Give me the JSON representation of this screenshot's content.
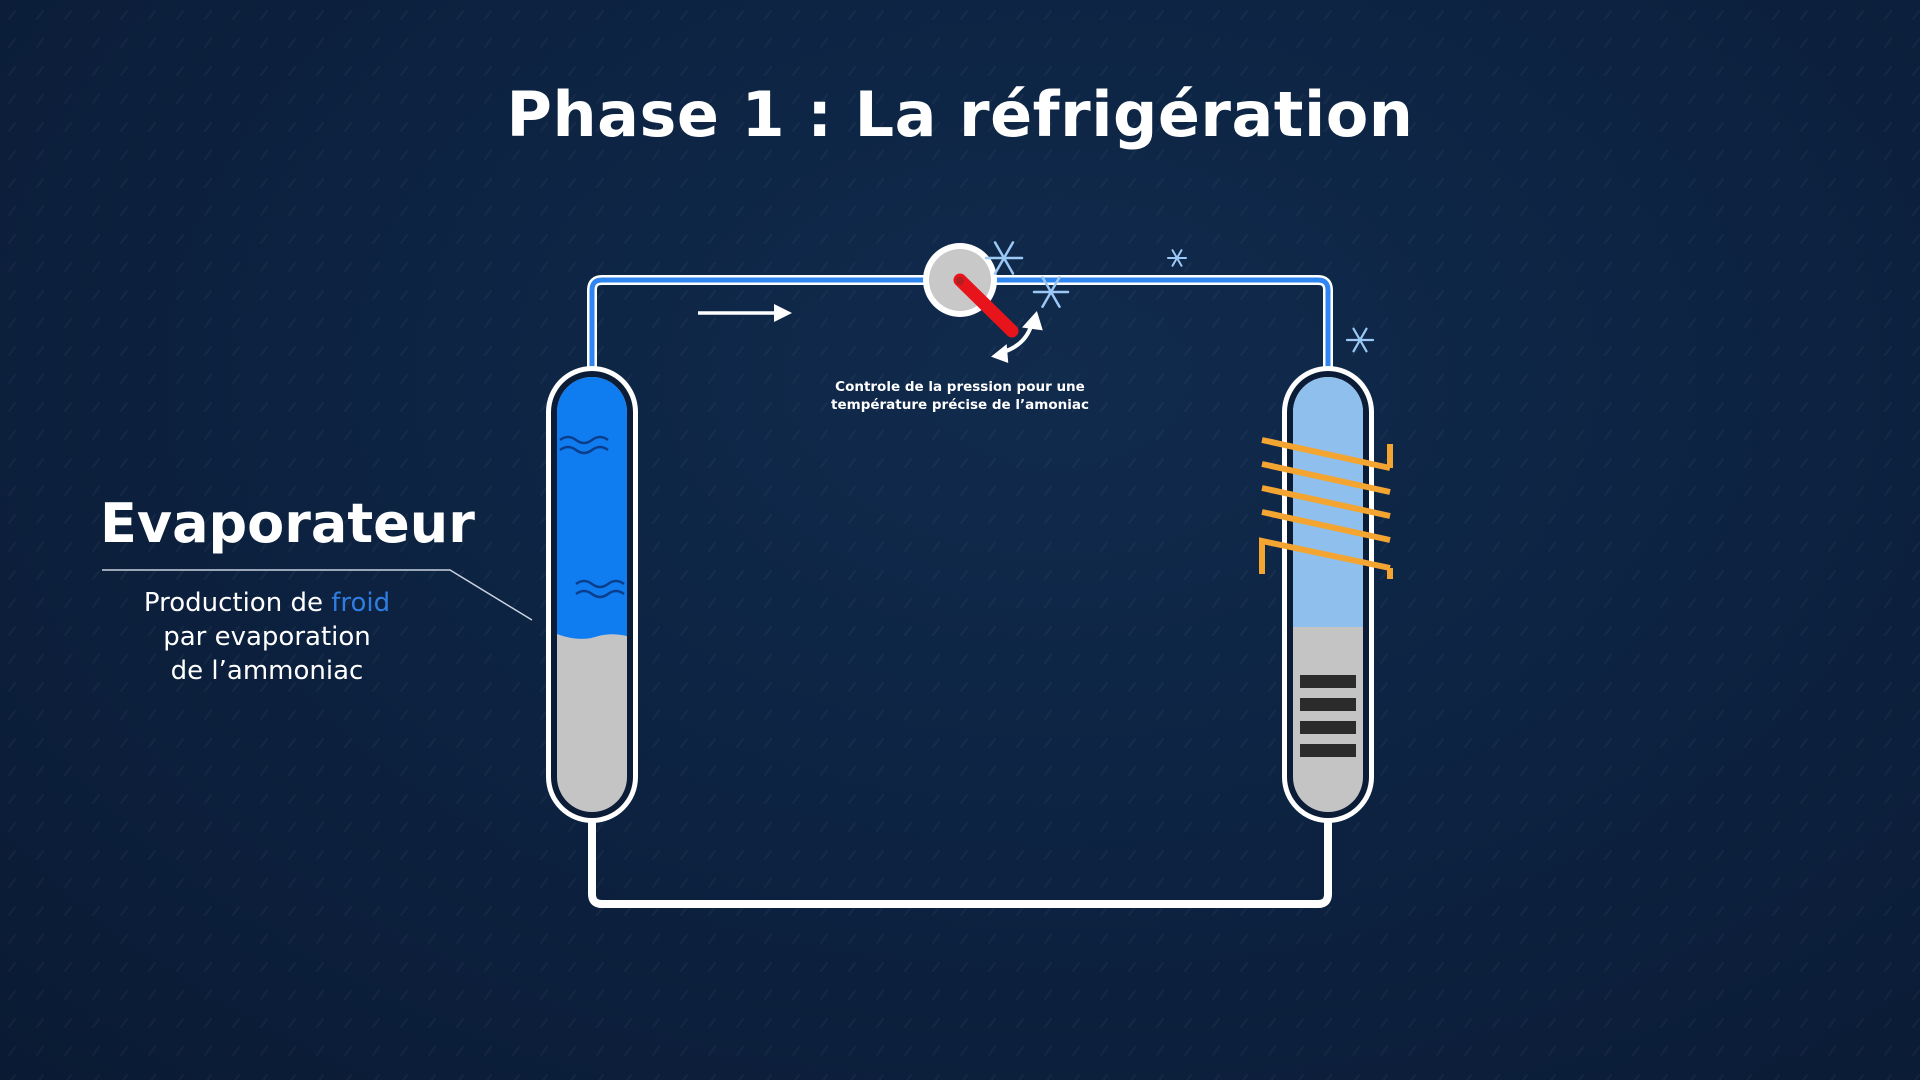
{
  "title": "Phase 1 : La réfrigération",
  "valve": {
    "caption_line1": "Controle de la pression pour une",
    "caption_line2": "température précise de l’amoniac"
  },
  "evaporator": {
    "heading": "Evaporateur",
    "desc_line1_prefix": "Production de ",
    "desc_line1_highlight": "froid",
    "desc_line2": "par evaporation",
    "desc_line3": "de l’ammoniac"
  },
  "colors": {
    "background": "#0d2342",
    "pipe_blue": "#2f86f0",
    "pipe_white": "#ffffff",
    "liquid_blue": "#0f7cf0",
    "liquid_light_blue": "#8fbfec",
    "liquid_grey": "#c4c4c4",
    "valve_handle": "#e8141c",
    "heating_coil": "#f4a531",
    "highlight_text": "#2f7de1"
  },
  "icons": [
    "flow-arrow-icon",
    "snowflake-icon",
    "rotate-arrow-icon",
    "wave-icon",
    "heating-coil-icon"
  ]
}
